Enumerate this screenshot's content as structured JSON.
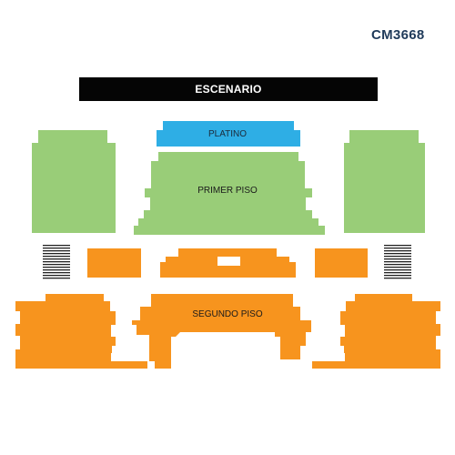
{
  "venue_code": "CM3668",
  "stage_label": "ESCENARIO",
  "sections": {
    "platino": "PLATINO",
    "primer_piso": "PRIMER PISO",
    "segundo_piso": "SEGUNDO PISO"
  },
  "colors": {
    "platino": "#2eaee5",
    "primer_piso": "#99cd78",
    "segundo_piso": "#f7941e",
    "stage": "#050505",
    "code_text": "#1f3a5a",
    "stripes": "#222222"
  }
}
